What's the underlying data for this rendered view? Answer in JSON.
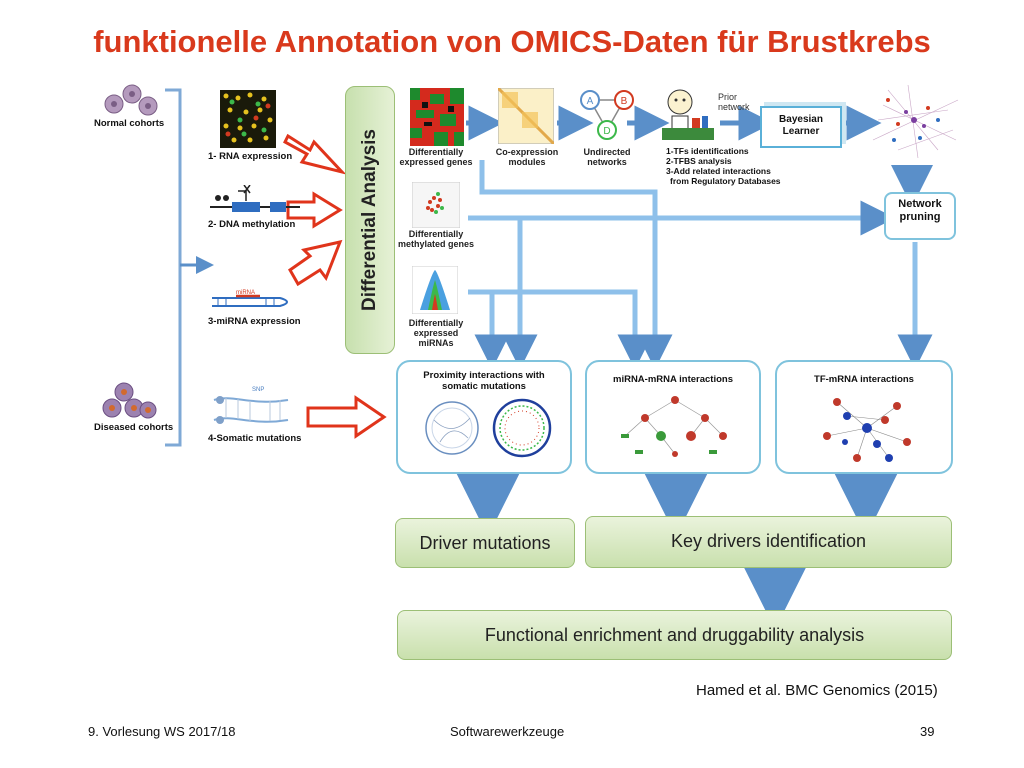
{
  "title": "funktionelle Annotation von OMICS-Daten für Brustkrebs",
  "cohorts": {
    "normal": "Normal cohorts",
    "diseased": "Diseased cohorts"
  },
  "inputs": {
    "rna": "1- RNA expression",
    "dna": "2- DNA methylation",
    "mirna": "3-miRNA expression",
    "somatic": "4-Somatic mutations",
    "mirna_tag": "miRNA",
    "snp_tag": "SNP"
  },
  "differential_analysis": "Differential Analysis",
  "outputs": {
    "deg": "Differentially expressed genes",
    "dmg": "Differentially methylated genes",
    "dem": "Differentially expressed miRNAs"
  },
  "pipeline": {
    "coexpression": "Co-expression modules",
    "undirected": "Undirected networks",
    "prior": "Prior network",
    "tf_steps": [
      "1-TFs identifications",
      "2-TFBS analysis",
      "3-Add related  interactions",
      "from Regulatory Databases"
    ],
    "bayesian": "Bayesian Learner",
    "pruning": "Network pruning",
    "node_labels": [
      "A",
      "B",
      "D"
    ]
  },
  "panels": {
    "proximity": "Proximity interactions with somatic mutations",
    "mirna_mrna": "miRNA-mRNA interactions",
    "tf_mrna": "TF-mRNA interactions"
  },
  "results": {
    "driver": "Driver mutations",
    "key_drivers": "Key drivers identification",
    "functional": "Functional enrichment and druggability analysis"
  },
  "citation": "Hamed et al. BMC Genomics (2015)",
  "footer": {
    "left": "9. Vorlesung WS 2017/18",
    "center": "Softwarewerkzeuge",
    "page": "39"
  }
}
